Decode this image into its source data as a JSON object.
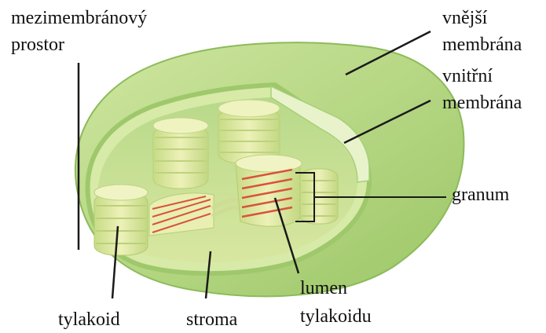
{
  "labels": {
    "intermembrane_space": [
      "mezimembránový",
      "prostor"
    ],
    "outer_membrane": [
      "vnější",
      "membrána"
    ],
    "inner_membrane": [
      "vnitřní",
      "membrána"
    ],
    "granum": "granum",
    "thylakoid": "tylakoid",
    "stroma": "stroma",
    "thylakoid_lumen": [
      "lumen",
      "tylakoidu"
    ]
  },
  "colors": {
    "outer_membrane": "#b9d98a",
    "membrane_edge": "#8fbf5a",
    "inner_space": "#cfe6a6",
    "stroma": "#dbe99a",
    "granum": "#e3eca3",
    "lumen_lines": "#d9533a",
    "leader_lines": "#1a1a1a"
  }
}
